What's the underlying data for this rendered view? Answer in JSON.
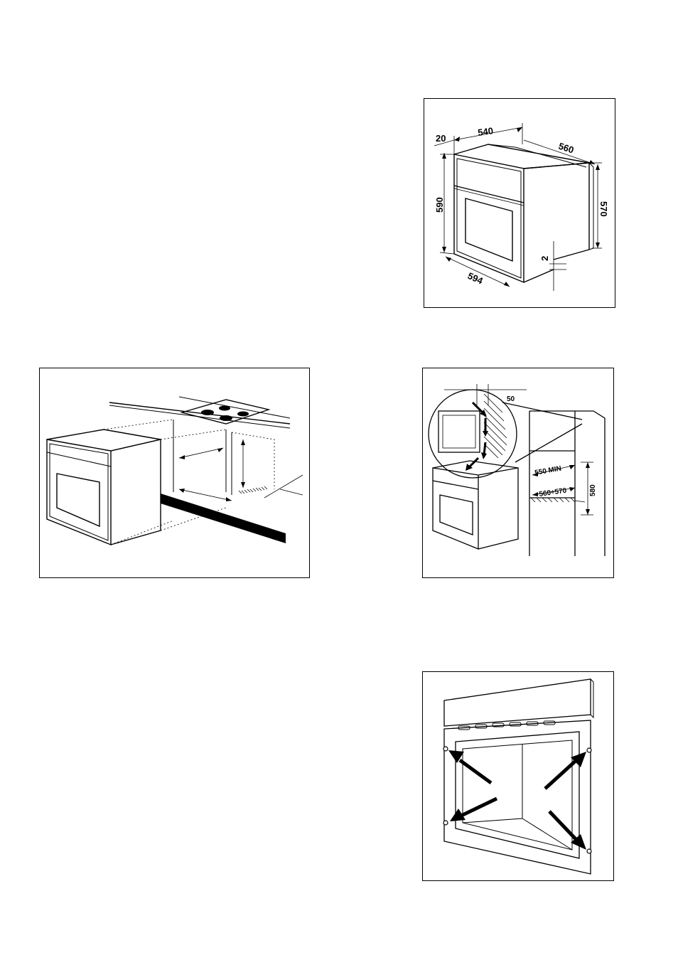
{
  "figure_dimensions": {
    "top_depth_front": "20",
    "top_width": "540",
    "top_depth": "560",
    "height_front": "590",
    "height_body": "570",
    "gap_bottom": "2",
    "front_width": "594"
  },
  "figure_niche": {
    "vent_gap": "50",
    "min_width": "550 MIN",
    "depth_range": "560÷570",
    "niche_height": "580"
  },
  "colors": {
    "line": "#000000",
    "background": "#ffffff"
  }
}
